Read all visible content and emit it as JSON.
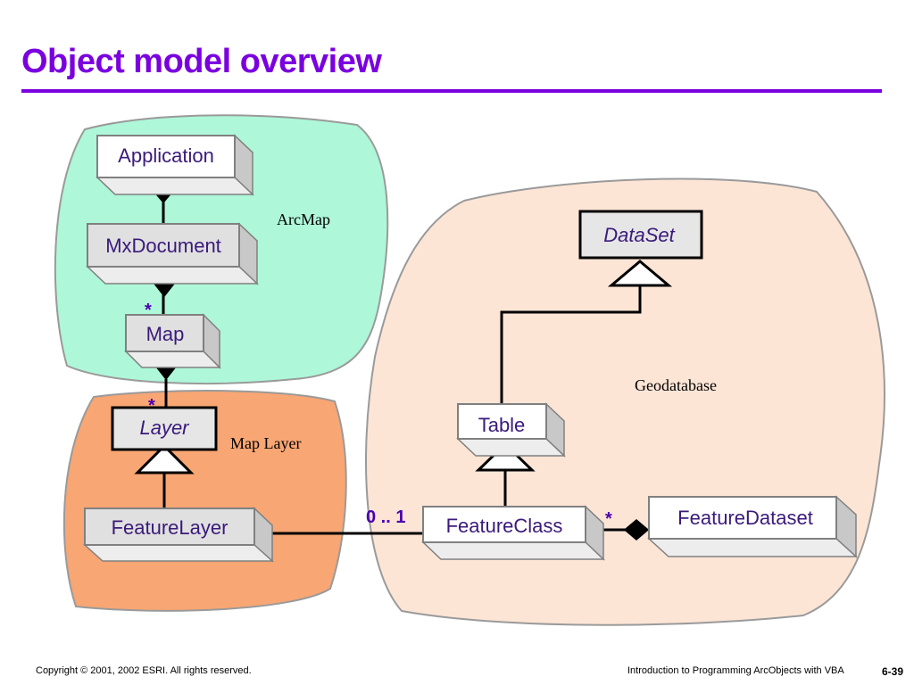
{
  "title": "Object model overview",
  "regions": {
    "arcmap": "ArcMap",
    "map_layer": "Map Layer",
    "geodatabase": "Geodatabase"
  },
  "classes": {
    "application": "Application",
    "mxdocument": "MxDocument",
    "map": "Map",
    "layer": "Layer",
    "featurelayer": "FeatureLayer",
    "dataset": "DataSet",
    "table": "Table",
    "featureclass": "FeatureClass",
    "featuredataset": "FeatureDataset"
  },
  "multiplicities": {
    "mxdocument_map": "*",
    "map_layer": "*",
    "featurelayer_featureclass": "0 .. 1",
    "featureclass_featuredataset": "*"
  },
  "colors": {
    "title": "#7a00e0",
    "arcmap_region": "#aef7d9",
    "map_layer_region": "#f8a673",
    "geodatabase_region": "#fde5d6",
    "class_text": "#3a1a7a"
  },
  "footer": {
    "copyright": "Copyright © 2001, 2002 ESRI.  All rights reserved.",
    "course": "Introduction to Programming ArcObjects with VBA",
    "page": "6-39"
  }
}
